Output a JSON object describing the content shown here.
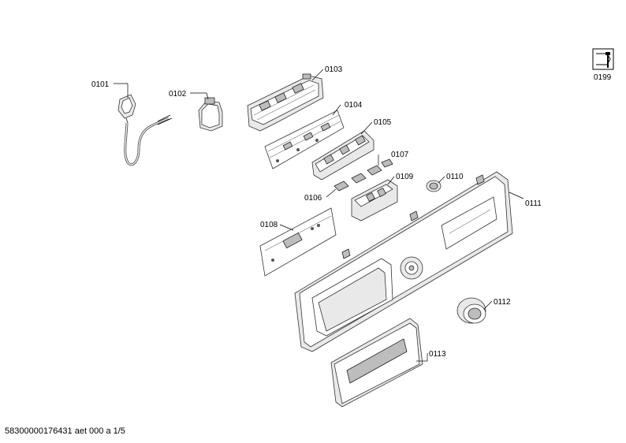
{
  "callouts": [
    {
      "id": "0101",
      "text": "0101"
    },
    {
      "id": "0102",
      "text": "0102"
    },
    {
      "id": "0103",
      "text": "0103"
    },
    {
      "id": "0104",
      "text": "0104"
    },
    {
      "id": "0105",
      "text": "0105"
    },
    {
      "id": "0106",
      "text": "0106"
    },
    {
      "id": "0107",
      "text": "0107"
    },
    {
      "id": "0108",
      "text": "0108"
    },
    {
      "id": "0109",
      "text": "0109"
    },
    {
      "id": "0110",
      "text": "0110"
    },
    {
      "id": "0111",
      "text": "0111"
    },
    {
      "id": "0112",
      "text": "0112"
    },
    {
      "id": "0113",
      "text": "0113"
    },
    {
      "id": "0199",
      "text": "0199"
    }
  ],
  "icons": {
    "service": "wrench-service-icon"
  },
  "footer": {
    "text": "58300000176431 aet 000 a 1/5"
  }
}
